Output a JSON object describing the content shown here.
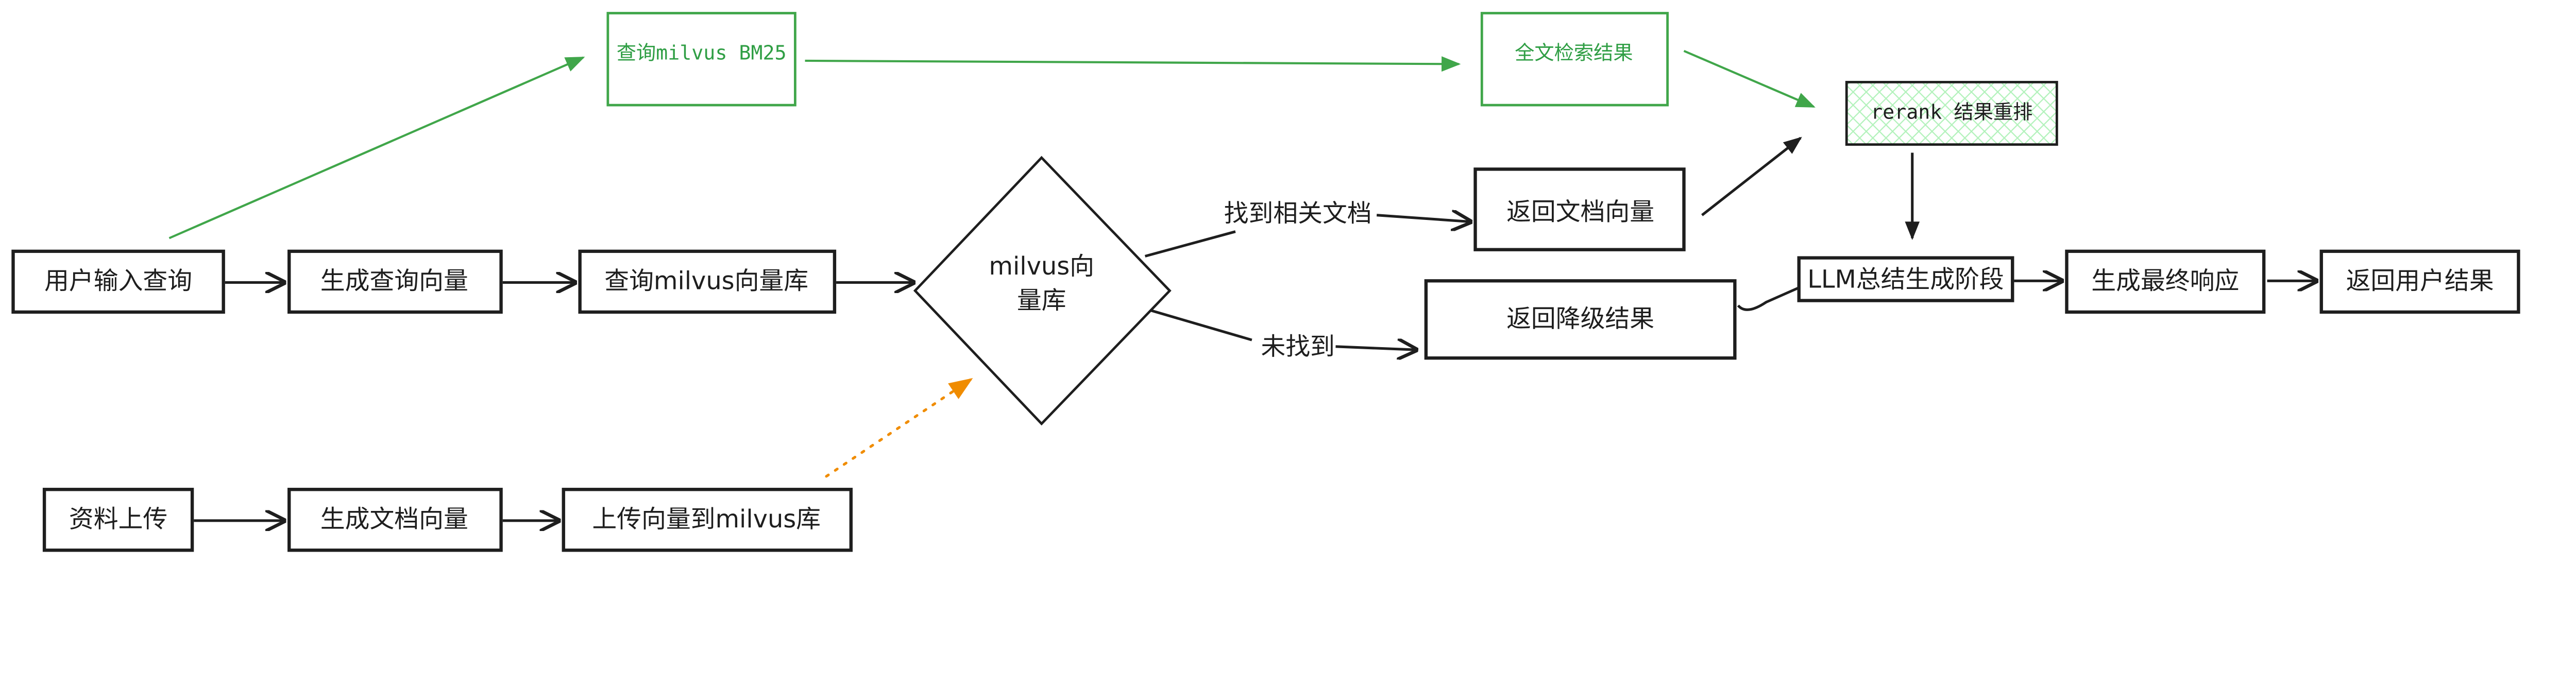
{
  "colors": {
    "stroke": "#1e1e1e",
    "green": "#40a64a",
    "orange": "#f08c00",
    "hatch": "#b2f2bb"
  },
  "nodes": {
    "user_query": "用户输入查询",
    "gen_query_vec": "生成查询向量",
    "query_milvus_vec": "查询milvus向量库",
    "decision_line1": "milvus向",
    "decision_line2": "量库",
    "bm25": "查询milvus BM25",
    "fulltext_result": "全文检索结果",
    "rerank": "rerank 结果重排",
    "return_doc_vec": "返回文档向量",
    "return_fallback": "返回降级结果",
    "llm_stage": "LLM总结生成阶段",
    "final_response": "生成最终响应",
    "return_user": "返回用户结果",
    "upload": "资料上传",
    "gen_doc_vec": "生成文档向量",
    "upload_vec": "上传向量到milvus库"
  },
  "edge_labels": {
    "found": "找到相关文档",
    "not_found": "未找到"
  }
}
